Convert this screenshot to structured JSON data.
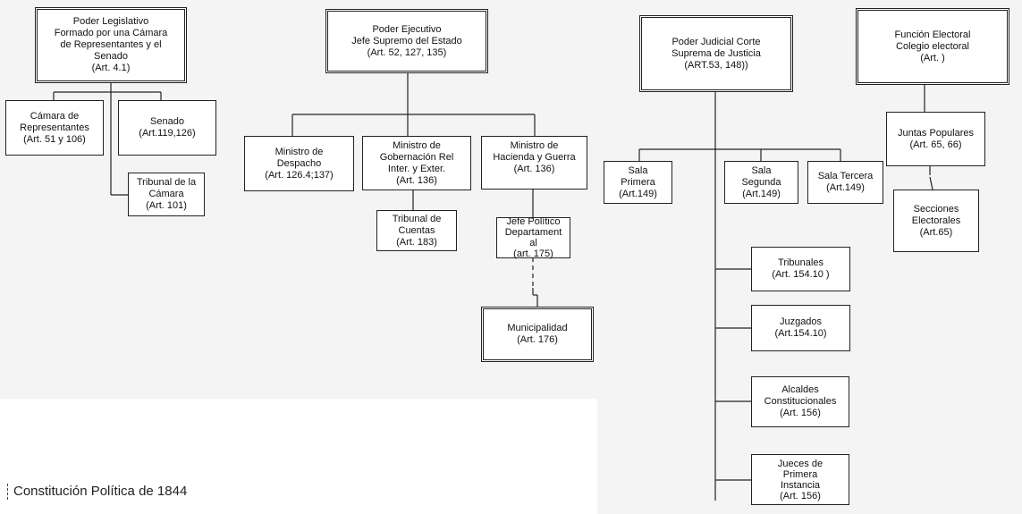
{
  "legislativo": {
    "head": "Poder Legislativo\nFormado por una Cámara\nde Representantes y el\nSenado\n(Art. 4.1)",
    "camara": "Cámara de\nRepresentantes\n(Art. 51 y 106)",
    "senado": "Senado\n(Art.119,126)",
    "tribunal_camara": "Tribunal de la\nCámara\n(Art. 101)"
  },
  "ejecutivo": {
    "head": "Poder Ejecutivo\nJefe Supremo del Estado\n(Art. 52, 127, 135)",
    "despacho": "Ministro de\nDespacho\n(Art. 126.4;137)",
    "gobernacion": "Ministro de\nGobernación Rel\nInter. y Exter.\n(Art. 136)",
    "hacienda": "Ministro de\nHacienda y Guerra\n(Art. 136)",
    "cuentas": "Tribunal de\nCuentas\n(Art. 183)",
    "jefe_politico": "Jefe Político\nDepartament\nal\n(art. 175)",
    "municipalidad": "Municipalidad\n(Art. 176)"
  },
  "judicial": {
    "head": "Poder Judicial Corte\nSuprema de Justicia\n(ART.53, 148))",
    "sala_primera": "Sala\nPrimera\n(Art.149)",
    "sala_segunda": "Sala\nSegunda\n(Art.149)",
    "sala_tercera": "Sala Tercera\n(Art.149)",
    "tribunales": "Tribunales\n(Art. 154.10 )",
    "juzgados": "Juzgados\n(Art.154.10)",
    "alcaldes": "Alcaldes\nConstitucionales\n(Art. 156)",
    "jueces": "Jueces de\nPrimera\nInstancia\n(Art. 156)"
  },
  "electoral": {
    "head": "Función Electoral\nColegio electoral\n(Art. )",
    "juntas": "Juntas Populares\n(Art. 65, 66)",
    "secciones": "Secciones\nElectorales\n(Art.65)"
  },
  "caption": "Constitución Política de 1844"
}
